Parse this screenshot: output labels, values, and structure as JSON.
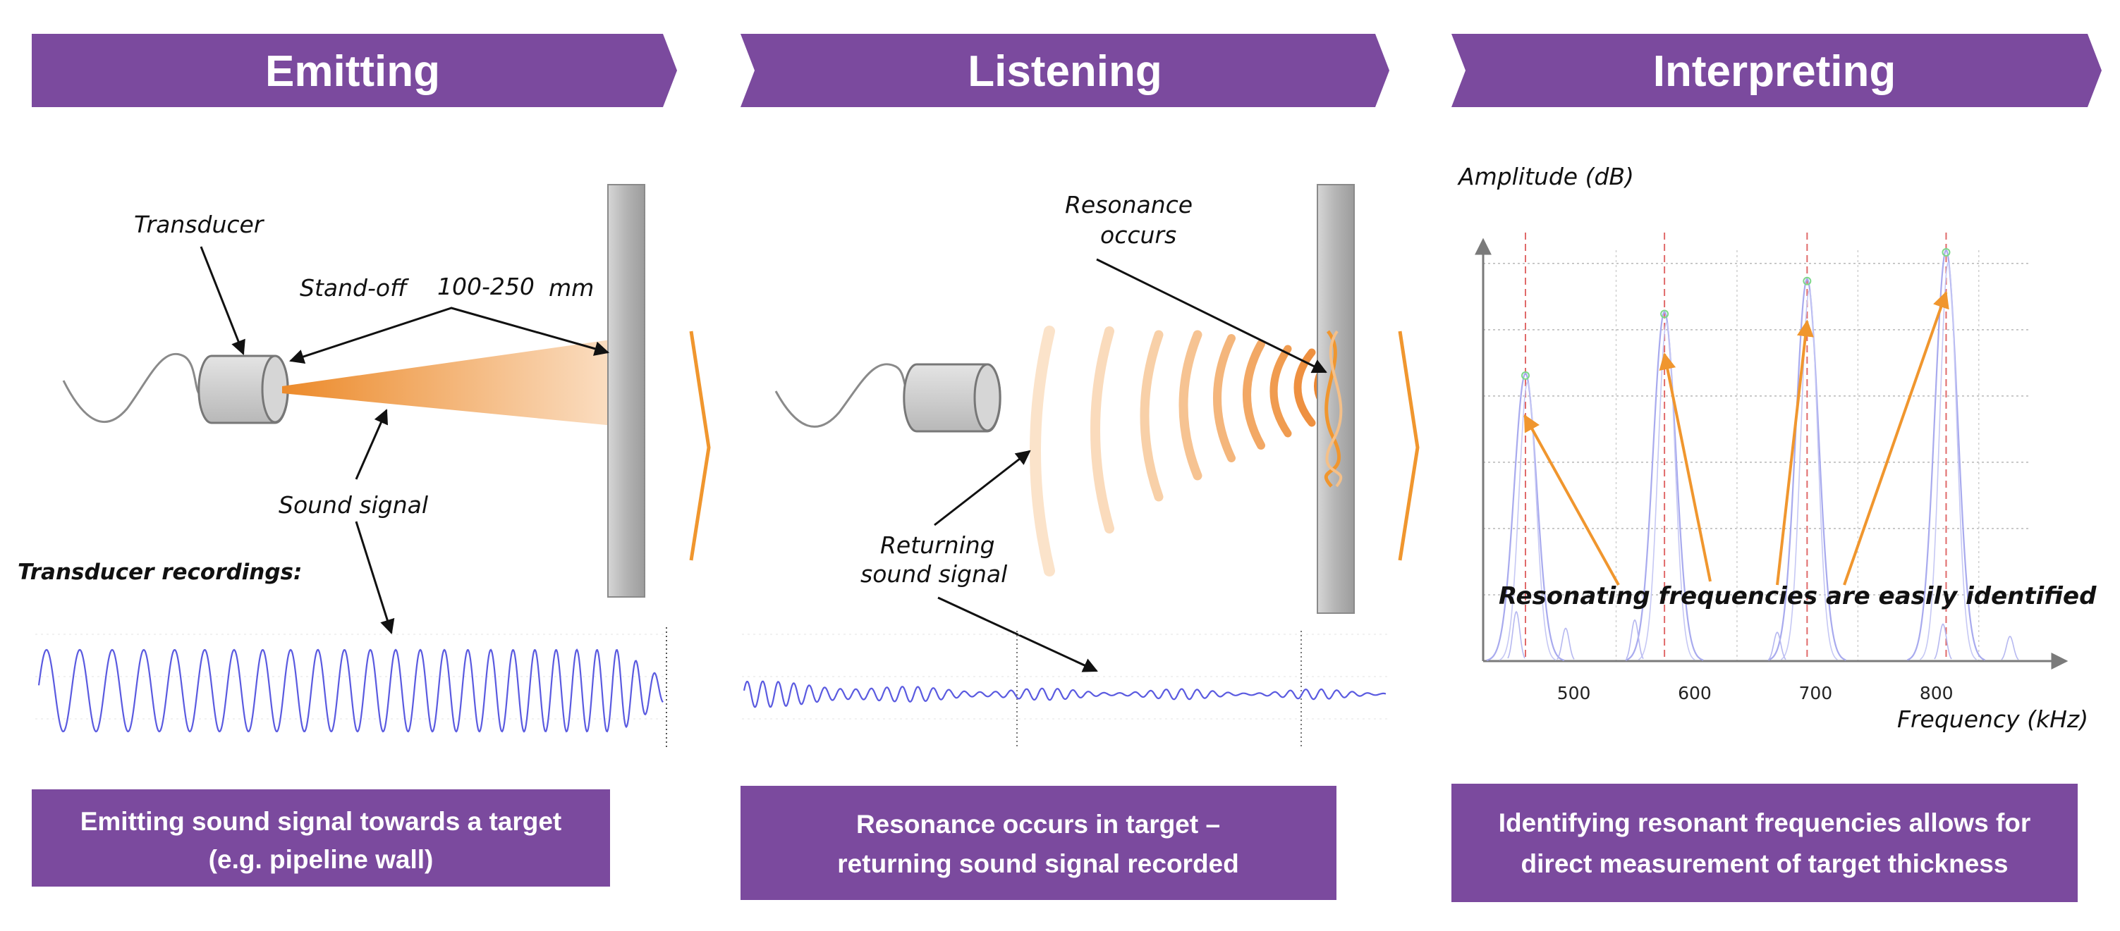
{
  "colors": {
    "banner": "#7B4A9E",
    "caption": "#7B4A9E",
    "orange": "#F0962E",
    "wave": "#5A5AE0",
    "peak": "#A8AAEE",
    "peak_marker": "#E06A6A",
    "wall": "#BDBDBD"
  },
  "stages": [
    {
      "title": "Emitting",
      "caption": [
        "Emitting sound signal towards a target",
        "(e.g. pipeline wall)"
      ]
    },
    {
      "title": "Listening",
      "caption": [
        "Resonance occurs in target –",
        "returning sound signal recorded"
      ]
    },
    {
      "title": "Interpreting",
      "caption": [
        "Identifying resonant frequencies allows for",
        "direct measurement of target thickness"
      ]
    }
  ],
  "emitting": {
    "transducer_label": "Transducer",
    "standoff_label": "Stand-off",
    "standoff_value": "100-250",
    "standoff_unit": "mm",
    "sound_signal_label": "Sound signal",
    "recordings_label": "Transducer recordings:"
  },
  "listening": {
    "resonance_label": [
      "Resonance",
      "occurs"
    ],
    "returning_label": [
      "Returning",
      "sound signal"
    ]
  },
  "interpreting": {
    "annotation": "Resonating frequencies are easily identified",
    "icons": [
      "transducer-icon",
      "pipe-wall-icon",
      "chevron-icon"
    ]
  },
  "chart_data": {
    "type": "line",
    "xlabel": "Frequency (kHz)",
    "ylabel": "Amplitude (dB)",
    "x_ticks": [
      500,
      600,
      700,
      800
    ],
    "xlim": [
      425,
      890
    ],
    "peaks_khz": [
      460,
      575,
      693,
      808
    ],
    "peak_relative_heights": [
      0.7,
      0.85,
      0.93,
      1.0
    ],
    "grid": true
  }
}
